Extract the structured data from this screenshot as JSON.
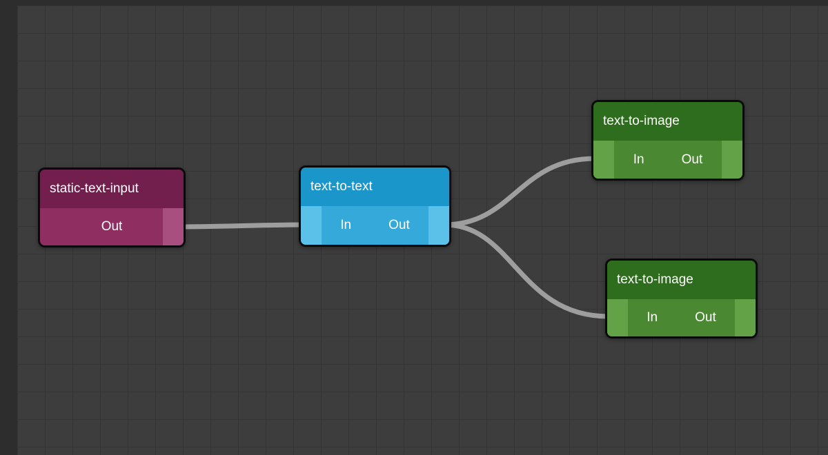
{
  "canvas": {
    "background_color": "#3d3d3d",
    "grid_color": "#343434",
    "edge_color": "#9e9e9e"
  },
  "nodes": [
    {
      "title": "static-text-input",
      "type": "static-text-input",
      "out_label": "Out",
      "colors": {
        "header": "#731f4d",
        "ports_row": "#8f2e60",
        "port_handle": "#a94f80"
      }
    },
    {
      "title": "text-to-text",
      "type": "text-to-text",
      "in_label": "In",
      "out_label": "Out",
      "colors": {
        "header": "#1b96cb",
        "ports_row": "#35a9da",
        "port_handle": "#5cc1e9"
      }
    },
    {
      "title": "text-to-image",
      "type": "text-to-image",
      "in_label": "In",
      "out_label": "Out",
      "colors": {
        "header": "#2f6d1e",
        "ports_row": "#4a8932",
        "port_handle": "#63a246"
      }
    },
    {
      "title": "text-to-image",
      "type": "text-to-image",
      "in_label": "In",
      "out_label": "Out",
      "colors": {
        "header": "#2f6d1e",
        "ports_row": "#4a8932",
        "port_handle": "#63a246"
      }
    }
  ],
  "edges": [
    {
      "from": "static-text-input.Out",
      "to": "text-to-text.In"
    },
    {
      "from": "text-to-text.Out",
      "to": "text-to-image-top.In"
    },
    {
      "from": "text-to-text.Out",
      "to": "text-to-image-bottom.In"
    }
  ]
}
